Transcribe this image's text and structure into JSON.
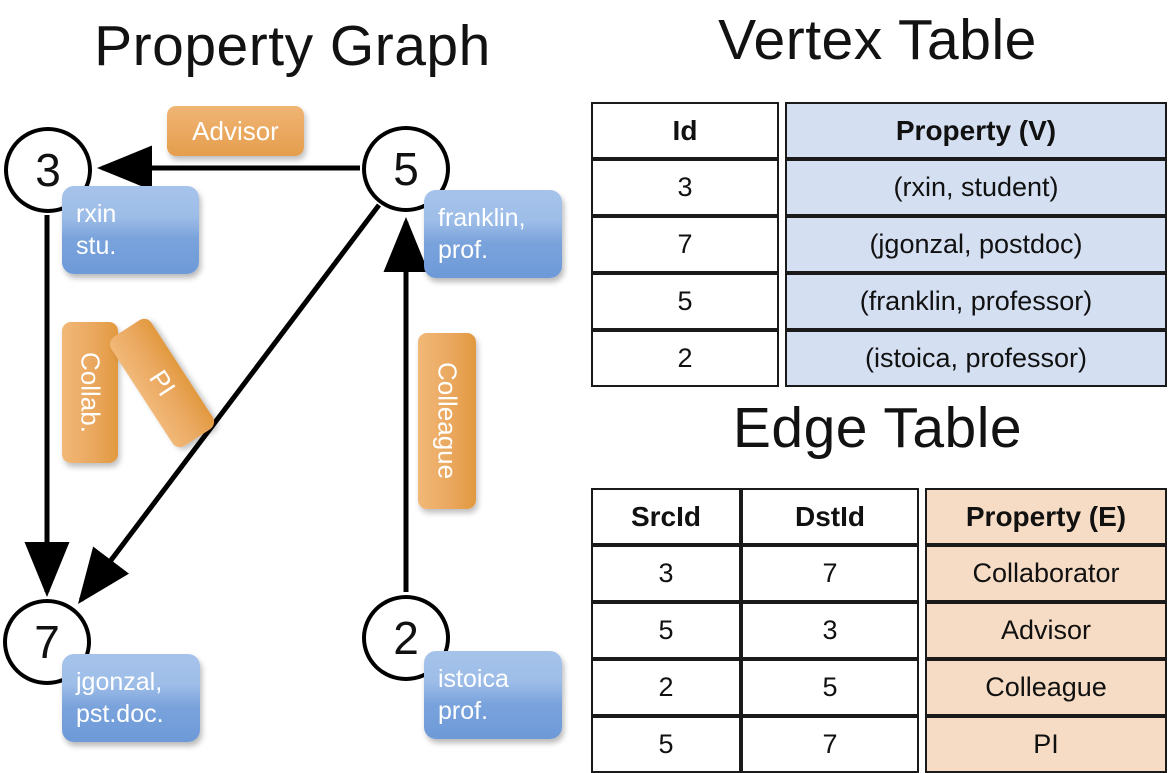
{
  "panels": {
    "graph_title": "Property Graph",
    "vertex_title": "Vertex Table",
    "edge_title": "Edge Table"
  },
  "graph": {
    "nodes": [
      {
        "id": "3",
        "property_line1": "rxin",
        "property_line2": "stu."
      },
      {
        "id": "5",
        "property_line1": "franklin,",
        "property_line2": "prof."
      },
      {
        "id": "7",
        "property_line1": "jgonzal,",
        "property_line2": "pst.doc."
      },
      {
        "id": "2",
        "property_line1": "istoica",
        "property_line2": "prof."
      }
    ],
    "edge_labels": {
      "advisor": "Advisor",
      "collab": "Collab.",
      "pi": "PI",
      "colleague": "Colleague"
    },
    "edges": [
      {
        "from": "5",
        "to": "3",
        "label": "Advisor"
      },
      {
        "from": "3",
        "to": "7",
        "label": "Collab."
      },
      {
        "from": "5",
        "to": "7",
        "label": "PI"
      },
      {
        "from": "2",
        "to": "5",
        "label": "Colleague"
      }
    ]
  },
  "vertex_table": {
    "headers": [
      "Id",
      "Property (V)"
    ],
    "rows": [
      {
        "id": "3",
        "property": "(rxin, student)"
      },
      {
        "id": "7",
        "property": "(jgonzal, postdoc)"
      },
      {
        "id": "5",
        "property": "(franklin, professor)"
      },
      {
        "id": "2",
        "property": "(istoica, professor)"
      }
    ]
  },
  "edge_table": {
    "headers": [
      "SrcId",
      "DstId",
      "Property (E)"
    ],
    "rows": [
      {
        "src": "3",
        "dst": "7",
        "property": "Collaborator"
      },
      {
        "src": "5",
        "dst": "3",
        "property": "Advisor"
      },
      {
        "src": "2",
        "dst": "5",
        "property": "Colleague"
      },
      {
        "src": "5",
        "dst": "7",
        "property": "PI"
      }
    ]
  },
  "colors": {
    "vertex_cell_blue": "#d4dff1",
    "edge_cell_orange": "#f6dcc4",
    "property_box_blue": "#7aa3dc",
    "edge_label_orange": "#eaa85f",
    "stroke_black": "#000000"
  }
}
